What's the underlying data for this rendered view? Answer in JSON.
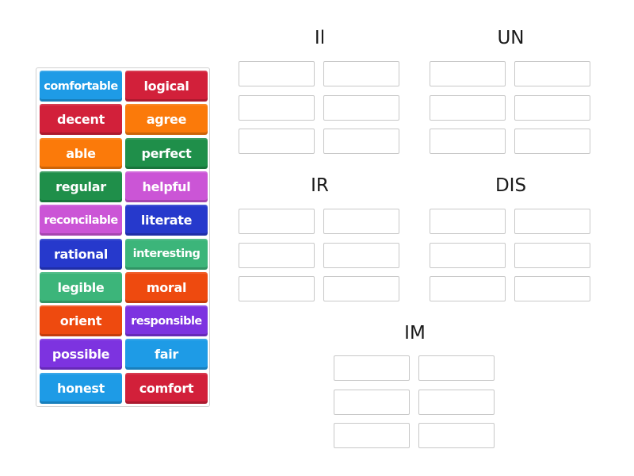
{
  "word_bank": {
    "tiles": [
      {
        "label": "comfortable",
        "color": "#1e9be6"
      },
      {
        "label": "logical",
        "color": "#d2203a"
      },
      {
        "label": "decent",
        "color": "#d2203a"
      },
      {
        "label": "agree",
        "color": "#fb7a0a"
      },
      {
        "label": "able",
        "color": "#fb7a0a"
      },
      {
        "label": "perfect",
        "color": "#1f8f4a"
      },
      {
        "label": "regular",
        "color": "#1f8f4a"
      },
      {
        "label": "helpful",
        "color": "#cb55d6"
      },
      {
        "label": "reconcilable",
        "color": "#cb55d6"
      },
      {
        "label": "literate",
        "color": "#2639cc"
      },
      {
        "label": "rational",
        "color": "#2639cc"
      },
      {
        "label": "interesting",
        "color": "#3cb57a"
      },
      {
        "label": "legible",
        "color": "#3cb57a"
      },
      {
        "label": "moral",
        "color": "#ee4a0f"
      },
      {
        "label": "orient",
        "color": "#ee4a0f"
      },
      {
        "label": "responsible",
        "color": "#7d33e0"
      },
      {
        "label": "possible",
        "color": "#7d33e0"
      },
      {
        "label": "fair",
        "color": "#1e9be6"
      },
      {
        "label": "honest",
        "color": "#1e9be6"
      },
      {
        "label": "comfort",
        "color": "#d2203a"
      }
    ]
  },
  "groups": [
    {
      "title": "Il",
      "slots": 6
    },
    {
      "title": "UN",
      "slots": 6
    },
    {
      "title": "IR",
      "slots": 6
    },
    {
      "title": "DIS",
      "slots": 6
    },
    {
      "title": "IM",
      "slots": 6
    }
  ]
}
